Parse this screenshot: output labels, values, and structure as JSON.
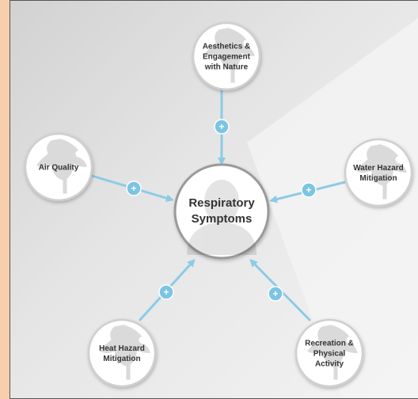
{
  "colors": {
    "background_outer": "#f7cfae",
    "panel_light": "#f3f3f3",
    "panel_dark": "#d2d2d2",
    "arrow": "#8ccbe6",
    "plus_badge": "#7cc4e4",
    "node_fill": "#ffffff",
    "node_border": "#cfcfcf",
    "text": "#333333"
  },
  "center": {
    "label_lines": [
      "Respiratory",
      "Symptoms"
    ],
    "icon": "person-silhouette-icon"
  },
  "nodes": [
    {
      "id": "aesthetics",
      "label_lines": [
        "Aesthetics &",
        "Engagement",
        "with Nature"
      ],
      "effect": "+",
      "icon": "tree-silhouette-icon"
    },
    {
      "id": "air-quality",
      "label_lines": [
        "Air Quality"
      ],
      "effect": "+",
      "icon": "tree-silhouette-icon"
    },
    {
      "id": "water-hazard",
      "label_lines": [
        "Water Hazard",
        "Mitigation"
      ],
      "effect": "+",
      "icon": "tree-silhouette-icon"
    },
    {
      "id": "heat-hazard",
      "label_lines": [
        "Heat Hazard",
        "Mitigation"
      ],
      "effect": "+",
      "icon": "tree-silhouette-icon"
    },
    {
      "id": "recreation",
      "label_lines": [
        "Recreation &",
        "Physical",
        "Activity"
      ],
      "effect": "+",
      "icon": "tree-silhouette-icon"
    }
  ]
}
